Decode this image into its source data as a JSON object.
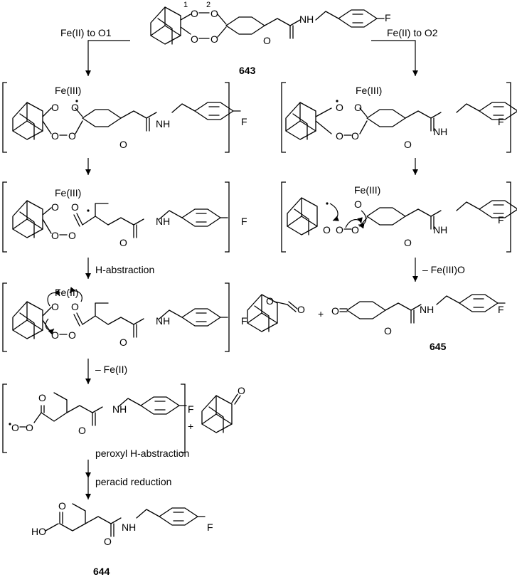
{
  "compounds": {
    "start": "643",
    "left_product": "644",
    "right_product": "645"
  },
  "conditions": {
    "left_branch": "Fe(II) to O1",
    "right_branch": "Fe(II) to O2",
    "h_abstraction": "H-abstraction",
    "minus_fe2": "– Fe(II)",
    "peroxyl": "peroxyl H-abstraction",
    "peracid": "peracid reduction",
    "minus_fe3o": "– Fe(III)O"
  },
  "atoms": {
    "fe3": "Fe(III)",
    "fe2": "Fe(II)",
    "o": "O",
    "nh": "NH",
    "f": "F",
    "ho": "HO",
    "plus": "+",
    "num1": "1",
    "num2": "2"
  }
}
